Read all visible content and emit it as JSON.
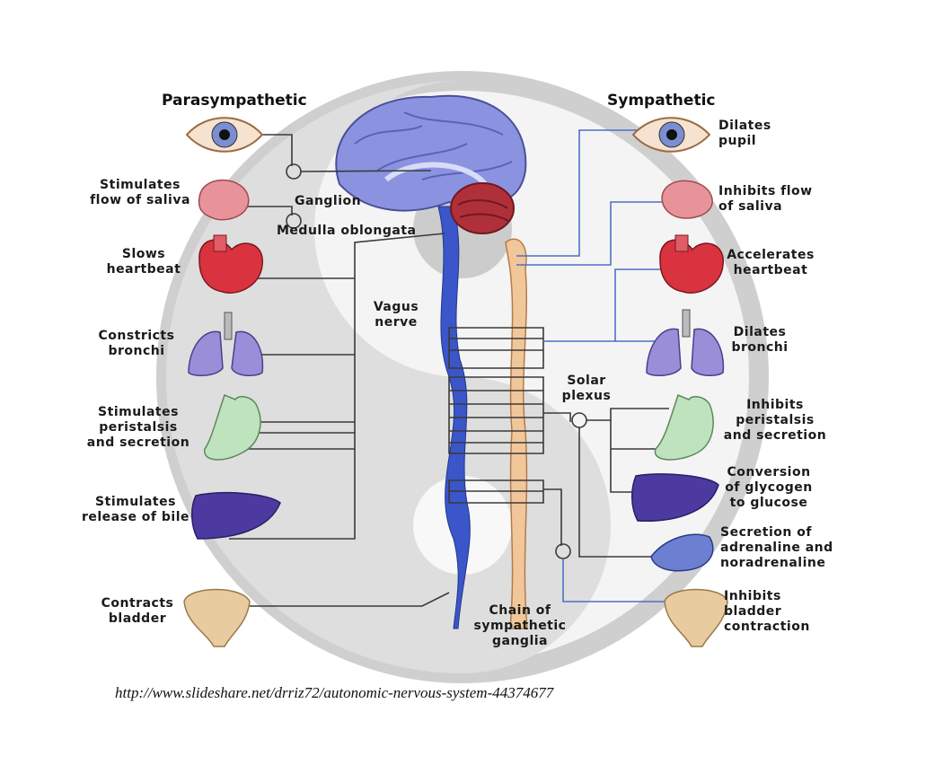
{
  "headings": {
    "parasympathetic": "Parasympathetic",
    "sympathetic": "Sympathetic"
  },
  "center_labels": {
    "ganglion": "Ganglion",
    "medulla": "Medulla oblongata",
    "vagus": "Vagus\nnerve",
    "solar_plexus": "Solar\nplexus",
    "chain": "Chain of\nsympathetic\nganglia"
  },
  "left_labels": {
    "saliva": "Stimulates\nflow of saliva",
    "heart": "Slows\nheartbeat",
    "bronchi": "Constricts\nbronchi",
    "peristalsis": "Stimulates\nperistalsis\nand secretion",
    "bile": "Stimulates\nrelease of bile",
    "bladder": "Contracts\nbladder"
  },
  "right_labels": {
    "pupil": "Dilates\npupil",
    "saliva": "Inhibits flow\nof saliva",
    "heart": "Accelerates\nheartbeat",
    "bronchi": "Dilates\nbronchi",
    "peristalsis": "Inhibits\nperistalsis\nand secretion",
    "glycogen": "Conversion\nof glycogen\nto glucose",
    "adrenaline": "Secretion of\nadrenaline and\nnoradrenaline",
    "bladder": "Inhibits\nbladder\ncontraction"
  },
  "source_url": "http://www.slideshare.net/drriz72/autonomic-nervous-system-44374677",
  "colors": {
    "brain": "#8b93e0",
    "cerebellum": "#b0303a",
    "spinal_cord": "#3a56c9",
    "chain": "#f1c79a",
    "heart": "#d9333f",
    "lungs": "#9b8ed8",
    "stomach": "#bfe3bf",
    "liver": "#4c3aa0",
    "bladder": "#e9cba0",
    "nerve_line": "#3a3a3a",
    "blue_line": "#4f6fc7",
    "yin_yang": "#d6d6d6"
  }
}
